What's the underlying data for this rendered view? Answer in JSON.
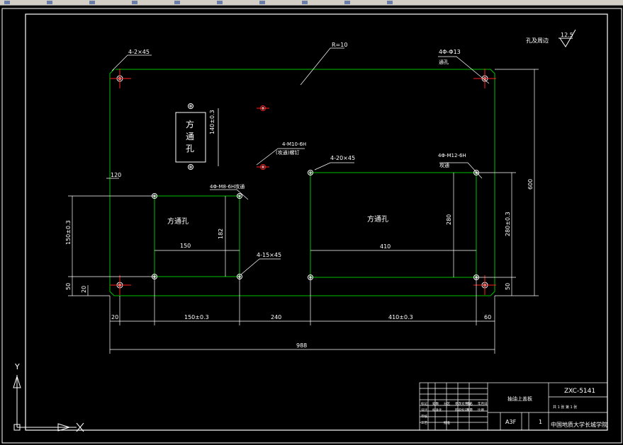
{
  "toolbar": {
    "icons": [
      "new-icon",
      "open-icon",
      "save-icon",
      "print-icon",
      "undo-icon",
      "redo-icon",
      "pan-icon",
      "zoom-icon",
      "properties-icon",
      "layer-icon"
    ]
  },
  "drawing": {
    "roughness_note": "孔及周边",
    "roughness_value": "12.5",
    "labels": {
      "chamfer_corner": "4-2×45",
      "radius": "R=10",
      "hole_4_d13": "4Φ-Φ13",
      "through": "通孔",
      "square_hole_vertical": "方通孔",
      "dim_140": "140±0.3",
      "screw_m10_line1": "4-M10-6H",
      "screw_m10_line2": "(攻通)螺钉",
      "chamfer_20": "4-20×45",
      "screw_m12": "4Φ-M12-6H",
      "tap_through": "攻通",
      "screw_m8": "4Φ-M8-6H攻通",
      "dim_120": "120",
      "dim_600": "600",
      "left_square_hole": "方通孔",
      "right_square_hole": "方通孔",
      "dim_150_left": "150±0.3",
      "dim_182": "182",
      "dim_150": "150",
      "chamfer_15": "4-15×45",
      "dim_410": "410",
      "dim_280": "280",
      "dim_280_tol": "280±0.3",
      "dim_50_left": "50",
      "dim_20_left": "20",
      "dim_50_right": "50",
      "dim_20_bottom": "20",
      "dim_150_bottom": "150±0.3",
      "dim_240": "240",
      "dim_410_bottom": "410±0.3",
      "dim_60": "60",
      "dim_988": "988"
    },
    "axis": {
      "y": "Y",
      "x": "X"
    }
  },
  "title_block": {
    "drawing_no": "ZXC-5141",
    "part_name": "抽油上盖板",
    "format": "A3F",
    "sheet": "1",
    "org": "中国地质大学长城学院",
    "left_rows": [
      [
        "标记",
        "处数",
        "分区",
        "更改文件号",
        "签名",
        "年月日"
      ],
      [
        "设计",
        "标准化",
        "",
        "阶段标记",
        "重量",
        "比例"
      ],
      [
        "审核",
        "",
        "",
        "",
        "",
        ""
      ],
      [
        "工艺",
        "",
        "批准",
        "",
        "",
        ""
      ]
    ],
    "sheet_label": "共 1 张  第 1 张"
  },
  "colors": {
    "green": "#00c000",
    "white": "#ffffff",
    "red": "#ff2020",
    "bg": "#000000"
  }
}
